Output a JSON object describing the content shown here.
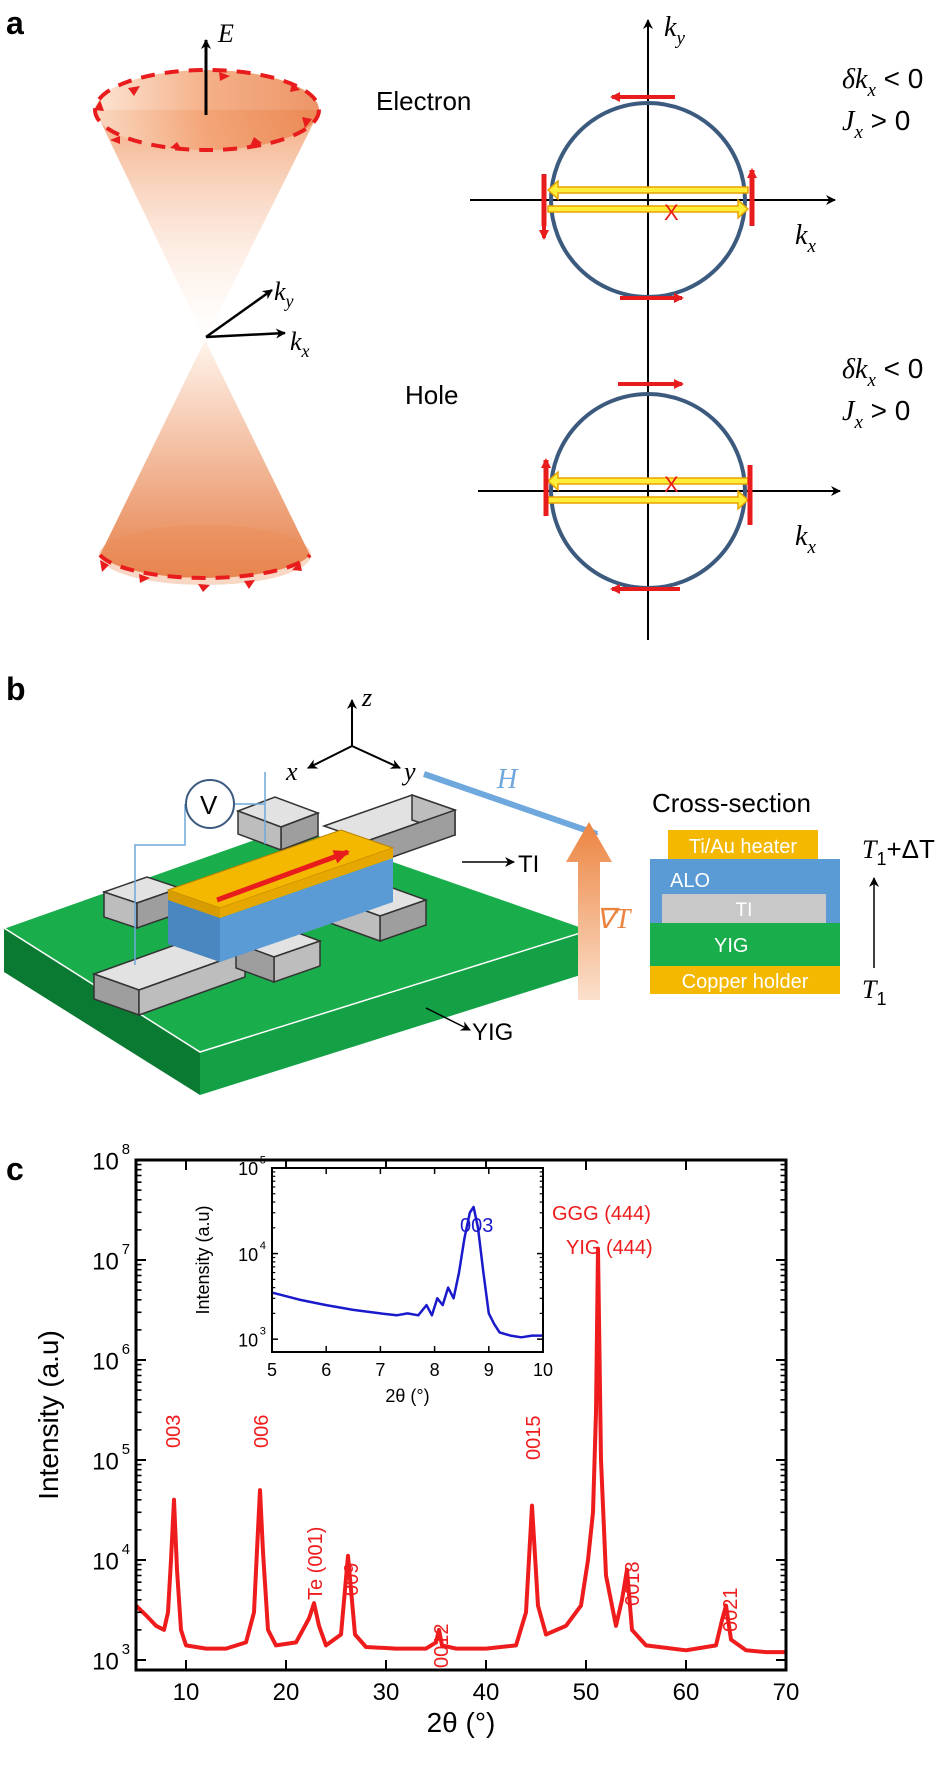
{
  "panel_a": {
    "label": "a",
    "cone_axes": {
      "energy": "E",
      "ky": "k",
      "ky_sub": "y",
      "kx": "k",
      "kx_sub": "x"
    },
    "electron_label": "Electron",
    "hole_label": "Hole",
    "circle_axes": {
      "ky": "k",
      "ky_sub": "y",
      "kx": "k",
      "kx_sub": "x"
    },
    "electron_conditions": {
      "line1": "δk",
      "line1_sub": "x",
      "line1_rest": " < 0",
      "line2": "J",
      "line2_sub": "x",
      "line2_rest": " > 0"
    },
    "hole_conditions": {
      "line1": "δk",
      "line1_sub": "x",
      "line1_rest": " < 0",
      "line2": "J",
      "line2_sub": "x",
      "line2_rest": " > 0"
    },
    "cross_mark": "X"
  },
  "panel_b": {
    "label": "b",
    "axes": {
      "z": "z",
      "x": "x",
      "y": "y"
    },
    "field_label": "H",
    "voltmeter": "V",
    "ti_label": "TI",
    "yig_label": "YIG",
    "gradient_label": "∇T",
    "cross_section_title": "Cross-section",
    "layers": [
      "Ti/Au heater",
      "ALO",
      "TI",
      "YIG",
      "Copper holder"
    ],
    "top_temp": "T",
    "top_temp_sub": "1",
    "top_temp_rest": "+ΔT",
    "bottom_temp": "T",
    "bottom_temp_sub": "1",
    "colors": {
      "heater": "#f5b800",
      "alo": "#5b9bd5",
      "ti": "#c8c8c8",
      "yig": "#1aad4b",
      "copper": "#f5b800"
    }
  },
  "panel_c": {
    "label": "c",
    "inset_peak_label": "003"
  },
  "chart_data": [
    {
      "type": "line",
      "xlabel": "2θ (°)",
      "ylabel": "Intensity (a.u)",
      "xlim": [
        5,
        70
      ],
      "ylim_log10": [
        2.9,
        8
      ],
      "log_y": true,
      "x_ticks": [
        "10",
        "20",
        "30",
        "40",
        "50",
        "60",
        "70"
      ],
      "y_ticks": [
        "10",
        "10",
        "10",
        "10",
        "10",
        "10"
      ],
      "y_tick_exponents": [
        "3",
        "4",
        "5",
        "6",
        "7",
        "8"
      ],
      "color": "#ee1c1c",
      "series": [
        {
          "x": [
            5,
            6,
            7,
            7.8,
            8.2,
            8.5,
            8.8,
            9.1,
            9.5,
            10,
            12,
            14,
            16,
            16.8,
            17.2,
            17.4,
            17.7,
            18.2,
            19,
            21,
            22.3,
            22.8,
            23.3,
            24,
            25.5,
            26.2,
            26.9,
            28,
            31,
            34,
            35,
            35.3,
            35.6,
            37,
            40,
            43,
            44,
            44.6,
            45.2,
            46,
            48,
            49.5,
            50.2,
            50.7,
            51,
            51.2,
            51.5,
            52,
            53,
            53.6,
            54.1,
            54.6,
            56,
            60,
            63,
            63.6,
            64,
            64.5,
            66,
            68,
            70
          ],
          "y": [
            3500,
            2800,
            2200,
            2000,
            3000,
            10000,
            40000,
            8000,
            2000,
            1400,
            1300,
            1300,
            1500,
            3000,
            20000,
            50000,
            12000,
            2000,
            1400,
            1500,
            2600,
            3700,
            2200,
            1400,
            1800,
            11000,
            1800,
            1350,
            1300,
            1300,
            1500,
            2000,
            1400,
            1300,
            1300,
            1400,
            3000,
            35000,
            3500,
            1800,
            2200,
            3500,
            10000,
            30000,
            300000,
            13000000,
            100000,
            7000,
            2200,
            4000,
            8000,
            2000,
            1400,
            1250,
            1400,
            2500,
            3500,
            1600,
            1250,
            1200,
            1200
          ]
        }
      ],
      "annotations": [
        "003",
        "006",
        "Te (001)",
        "009",
        "0012",
        "0015",
        "GGG (444)",
        "YIG (444)",
        "0018",
        "0021"
      ]
    },
    {
      "type": "line",
      "xlabel": "2θ (°)",
      "ylabel": "Intensity (a.u)",
      "xlim": [
        5,
        10
      ],
      "ylim_log10": [
        2.85,
        5
      ],
      "log_y": true,
      "x_ticks": [
        "5",
        "6",
        "7",
        "8",
        "9",
        "10"
      ],
      "y_ticks": [
        "10",
        "10",
        "10"
      ],
      "y_tick_exponents": [
        "3",
        "4",
        "5"
      ],
      "color": "#1a1acc",
      "series": [
        {
          "x": [
            5,
            5.5,
            6,
            6.5,
            7,
            7.3,
            7.5,
            7.7,
            7.85,
            7.95,
            8.05,
            8.15,
            8.25,
            8.35,
            8.45,
            8.55,
            8.65,
            8.72,
            8.8,
            8.9,
            9.0,
            9.1,
            9.2,
            9.4,
            9.6,
            9.8,
            10
          ],
          "y": [
            3500,
            2900,
            2500,
            2200,
            2000,
            1900,
            2000,
            1900,
            2500,
            1900,
            3000,
            2500,
            4000,
            3000,
            6000,
            15000,
            30000,
            35000,
            20000,
            6000,
            2000,
            1500,
            1200,
            1100,
            1050,
            1100,
            1100
          ]
        }
      ],
      "annotations": [
        "003"
      ]
    }
  ]
}
